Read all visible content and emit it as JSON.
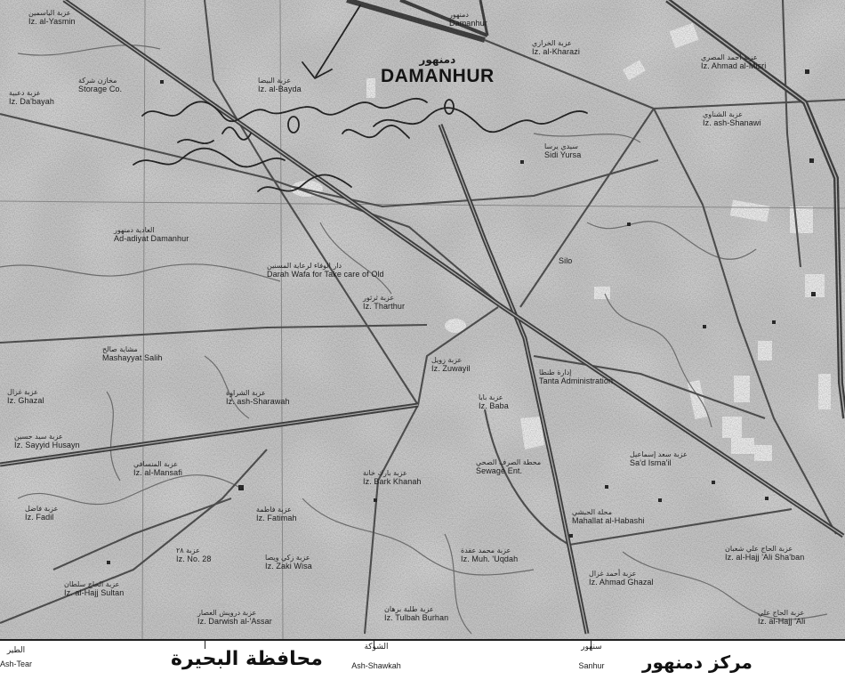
{
  "city": {
    "ar": "دمنهور",
    "en": "DAMANHUR"
  },
  "map": {
    "labels": [
      {
        "ar": "عزبة الياسمين",
        "en": "Iz. al-Yasmin"
      },
      {
        "ar": "مخازن شركة",
        "en": "Storage Co."
      },
      {
        "ar": "عزبة البيضا",
        "en": "Iz. al-Bayda"
      },
      {
        "ar": "عزبة دعبية",
        "en": "Iz. Da'bayah"
      },
      {
        "ar": "دمنهور",
        "en": "Damanhur"
      },
      {
        "ar": "عزبة الخرازي",
        "en": "Iz. al-Kharazi"
      },
      {
        "ar": "عزبة أحمد المصري",
        "en": "Iz. Ahmad al-Misri"
      },
      {
        "ar": "عزبة الشناوي",
        "en": "Iz. ash-Shanawi"
      },
      {
        "ar": "سيدي يرسا",
        "en": "Sidi Yursa"
      },
      {
        "ar": "العادية دمنهور",
        "en": "Ad-adiyat Damanhur"
      },
      {
        "ar": "دار الوفاء لرعاية المسنين",
        "en": "Darah Wafa for Take care of Old"
      },
      {
        "ar": "عزبة ثرثور",
        "en": "Iz. Tharthur"
      },
      {
        "en": "Silo"
      },
      {
        "ar": "عزبة زويل",
        "en": "Iz. Zuwayil"
      },
      {
        "ar": "إدارة طنطا",
        "en": "Tanta Administration"
      },
      {
        "ar": "عزبة بابا",
        "en": "Iz. Baba"
      },
      {
        "ar": "مشاية صالح",
        "en": "Mashayyat Salih"
      },
      {
        "ar": "عزبة غزال",
        "en": "Iz. Ghazal"
      },
      {
        "ar": "عزبة الشراوة",
        "en": "Iz. ash-Sharawah"
      },
      {
        "ar": "عزبة سيد حسين",
        "en": "Iz. Sayyid Husayn"
      },
      {
        "ar": "عزبة المنسافي",
        "en": "Iz. al-Mansafi"
      },
      {
        "ar": "عزبة بارك خانة",
        "en": "Iz. Bark Khanah"
      },
      {
        "ar": "محطة الصرف الصحي",
        "en": "Sewage Ent."
      },
      {
        "ar": "عزبة سعد إسماعيل",
        "en": "Sa'd Isma'il"
      },
      {
        "ar": "عزبة فاضل",
        "en": "Iz. Fadil"
      },
      {
        "ar": "عزبة فاطمة",
        "en": "Iz. Fatimah"
      },
      {
        "ar": "محلة الحبشي",
        "en": "Mahallat al-Habashi"
      },
      {
        "ar": "عزبة ٢٨",
        "en": "Iz. No. 28"
      },
      {
        "ar": "عزبة زكي ويصا",
        "en": "Iz. Zaki Wisa"
      },
      {
        "ar": "عزبة محمد عقدة",
        "en": "Iz. Muh. 'Uqdah"
      },
      {
        "ar": "عزبة الحاج سلطان",
        "en": "Iz. al-Hajj Sultan"
      },
      {
        "ar": "عزبة أحمد غزال",
        "en": "Iz. Ahmad Ghazal"
      },
      {
        "ar": "عزبة الحاج علي شعبان",
        "en": "Iz. al-Hajj 'Ali Sha'ban"
      },
      {
        "ar": "عزبة درويش العصار",
        "en": "Iz. Darwish al-'Assar"
      },
      {
        "ar": "عزبة طلبة برهان",
        "en": "Iz. Tulbah Burhan"
      },
      {
        "ar": "عزبة الحاج علي",
        "en": "Iz. al-Hajj 'Ali"
      }
    ]
  },
  "footer": {
    "governorate": "محافظة البحيرة",
    "markaz": "مركز دمنهور",
    "places": [
      {
        "ar": "الطير",
        "en": "Ash-Tear"
      },
      {
        "ar": "الشوكة",
        "en": "Ash-Shawkah"
      },
      {
        "ar": "سنهور",
        "en": "Sanhur"
      }
    ]
  },
  "colors": {
    "paper": "#c7c7c7",
    "road": "#353535",
    "ink": "#161616",
    "built": "#efefef",
    "canal": "#6b6b6b",
    "footer": "#ffffff"
  }
}
